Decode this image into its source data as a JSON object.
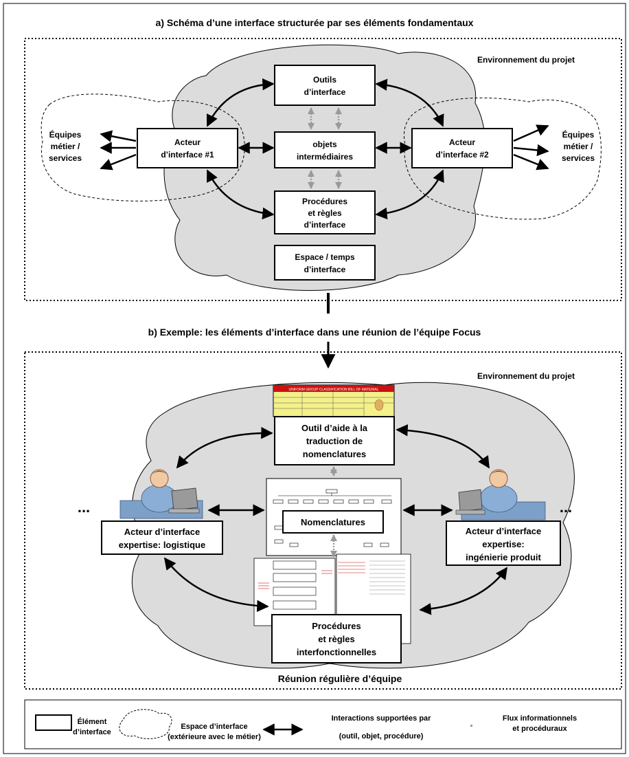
{
  "section_a": {
    "title": "a) Schéma  d’une interface structurée par ses éléments fondamentaux",
    "environment": "Environnement du projet",
    "tools": [
      "Outils",
      "d’interface"
    ],
    "intermediate_objects": [
      "objets",
      "intermédiaires"
    ],
    "actor1": [
      "Acteur",
      "d’interface  #1"
    ],
    "actor2": [
      "Acteur",
      "d’interface #2"
    ],
    "procedures": [
      "Procédures",
      "et règles",
      "d’interface"
    ],
    "space_time": [
      "Espace / temps",
      "d’interface"
    ],
    "teams_left": [
      "Équipes",
      "métier /",
      "services"
    ],
    "teams_right": [
      "Équipes",
      "métier /",
      "services"
    ]
  },
  "section_b": {
    "title": "b) Exemple: les éléments d’interface dans une réunion de l’équipe Focus",
    "environment": "Environnement du projet",
    "tool": [
      "Outil d’aide à la",
      "traduction de",
      "nomenclatures"
    ],
    "nomenclatures": "Nomenclatures",
    "actor_left": [
      "Acteur d’interface",
      "expertise: logistique"
    ],
    "actor_right": [
      "Acteur d’interface",
      "expertise:",
      "ingénierie produit"
    ],
    "procedures": [
      "Procédures",
      "et règles",
      "interfonctionnelles"
    ],
    "meeting": "Réunion régulière d’équipe",
    "ellipsis_left": "...",
    "ellipsis_right": "...",
    "bom_header": "UNIFORM GROUP CLASSIFICATION BILL OF MATERIAL"
  },
  "legend": {
    "element": [
      "Élément",
      "d’interface"
    ],
    "space": [
      "Espace d’interface",
      "(extérieure avec le métier)"
    ],
    "interactions": [
      "Interactions supportées par",
      "(outil, objet, procédure)"
    ],
    "flows": [
      "Flux informationnels",
      "et procéduraux"
    ]
  },
  "colors": {
    "cloud": "#dcdcdc",
    "flow_arrow": "#9a9a9a",
    "bom_header_red": "#cc1111",
    "bom_body_yellow": "#f4f08a"
  }
}
